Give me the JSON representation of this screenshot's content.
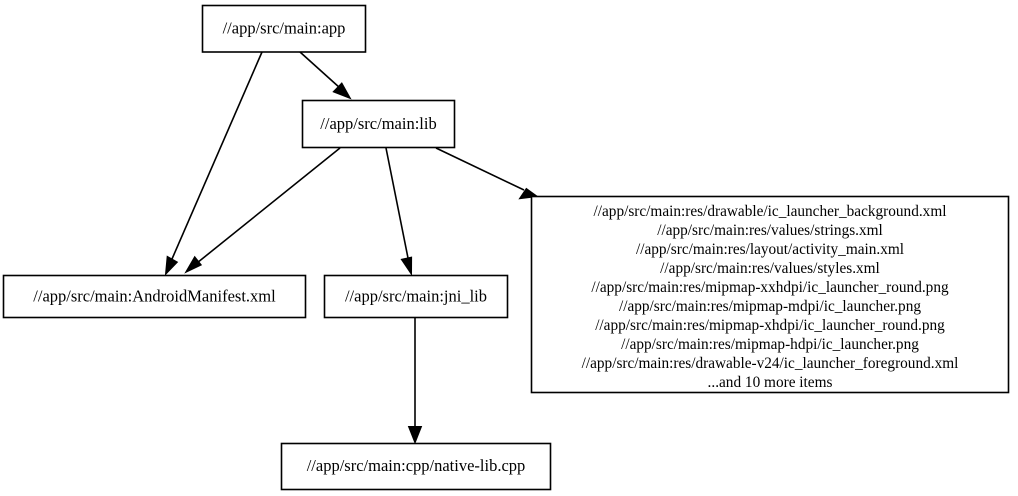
{
  "diagram": {
    "type": "dependency-graph",
    "title": "",
    "background_color": "#ffffff",
    "node_stroke_color": "#000000",
    "node_fill_color": "#ffffff",
    "edge_color": "#000000",
    "nodes": [
      {
        "id": "app",
        "label": "//app/src/main:app"
      },
      {
        "id": "lib",
        "label": "//app/src/main:lib"
      },
      {
        "id": "manifest",
        "label": "//app/src/main:AndroidManifest.xml"
      },
      {
        "id": "jni_lib",
        "label": "//app/src/main:jni_lib"
      },
      {
        "id": "native_lib",
        "label": "//app/src/main:cpp/native-lib.cpp"
      },
      {
        "id": "resources",
        "label": "",
        "lines": [
          "//app/src/main:res/drawable/ic_launcher_background.xml",
          "//app/src/main:res/values/strings.xml",
          "//app/src/main:res/layout/activity_main.xml",
          "//app/src/main:res/values/styles.xml",
          "//app/src/main:res/mipmap-xxhdpi/ic_launcher_round.png",
          "//app/src/main:res/mipmap-mdpi/ic_launcher.png",
          "//app/src/main:res/mipmap-xhdpi/ic_launcher_round.png",
          "//app/src/main:res/mipmap-hdpi/ic_launcher.png",
          "//app/src/main:res/drawable-v24/ic_launcher_foreground.xml",
          "...and 10 more items"
        ]
      }
    ],
    "edges": [
      {
        "from": "app",
        "to": "manifest"
      },
      {
        "from": "app",
        "to": "lib"
      },
      {
        "from": "lib",
        "to": "manifest"
      },
      {
        "from": "lib",
        "to": "jni_lib"
      },
      {
        "from": "lib",
        "to": "resources"
      },
      {
        "from": "jni_lib",
        "to": "native_lib"
      }
    ]
  }
}
